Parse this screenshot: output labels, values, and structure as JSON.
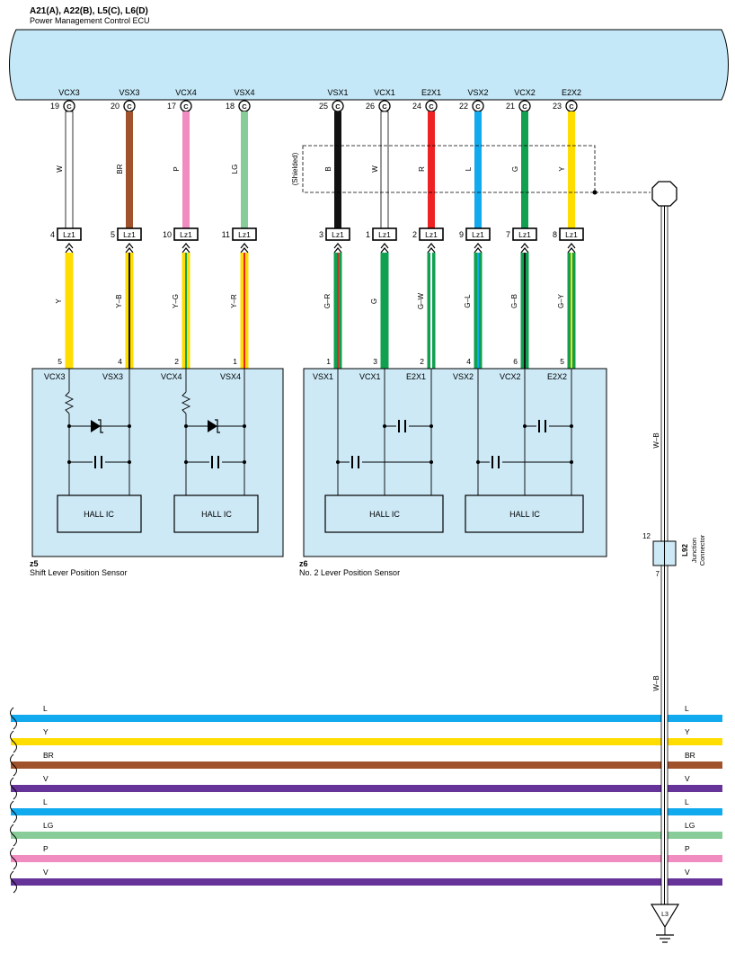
{
  "header": {
    "connectors": "A21(A), A22(B), L5(C), L6(D)",
    "ecu_name": "Power Management Control ECU"
  },
  "colors": {
    "W": "#ffffff",
    "BR": "#a0522d",
    "P": "#f08cc0",
    "LG": "#88cc99",
    "B": "#111111",
    "R": "#ee2222",
    "L": "#11aaee",
    "G": "#11a050",
    "Y": "#ffdd00",
    "V": "#663399",
    "ecu_fill": "#c4e8f7",
    "sensor_fill": "#cde9f6"
  },
  "ecu_pins": [
    {
      "name": "VCX3",
      "num": "19",
      "conn": "C"
    },
    {
      "name": "VSX3",
      "num": "20",
      "conn": "C"
    },
    {
      "name": "VCX4",
      "num": "17",
      "conn": "C"
    },
    {
      "name": "VSX4",
      "num": "18",
      "conn": "C"
    },
    {
      "name": "VSX1",
      "num": "25",
      "conn": "C"
    },
    {
      "name": "VCX1",
      "num": "26",
      "conn": "C"
    },
    {
      "name": "E2X1",
      "num": "24",
      "conn": "C"
    },
    {
      "name": "VSX2",
      "num": "22",
      "conn": "C"
    },
    {
      "name": "VCX2",
      "num": "21",
      "conn": "C"
    },
    {
      "name": "E2X2",
      "num": "23",
      "conn": "C"
    }
  ],
  "upper_wires": [
    "W",
    "BR",
    "P",
    "LG",
    "B",
    "W",
    "R",
    "L",
    "G",
    "Y"
  ],
  "shielded_label": "(Shielded)",
  "lz1": {
    "label": "Lz1",
    "pins": [
      "4",
      "5",
      "10",
      "11",
      "3",
      "1",
      "2",
      "9",
      "7",
      "8"
    ]
  },
  "lower_wires": [
    {
      "label": "Y",
      "base": "Y"
    },
    {
      "label": "Y–B",
      "base": "Y",
      "stripe": "B"
    },
    {
      "label": "Y–G",
      "base": "Y",
      "stripe": "G"
    },
    {
      "label": "Y–R",
      "base": "Y",
      "stripe": "R"
    },
    {
      "label": "G–R",
      "base": "G",
      "stripe": "R"
    },
    {
      "label": "G",
      "base": "G"
    },
    {
      "label": "G–W",
      "base": "G",
      "stripe": "W"
    },
    {
      "label": "G–L",
      "base": "G",
      "stripe": "L"
    },
    {
      "label": "G–B",
      "base": "G",
      "stripe": "B"
    },
    {
      "label": "G–Y",
      "base": "G",
      "stripe": "Y"
    }
  ],
  "sensor_pins": [
    "5",
    "4",
    "2",
    "1",
    "1",
    "3",
    "2",
    "4",
    "6",
    "5"
  ],
  "sensor1": {
    "code": "z5",
    "name": "Shift Lever Position Sensor",
    "pins": [
      "VCX3",
      "VSX3",
      "VCX4",
      "VSX4"
    ],
    "ic_labels": [
      "HALL IC",
      "HALL IC"
    ]
  },
  "sensor2": {
    "code": "z6",
    "name": "No.  2 Lever Position Sensor",
    "pins": [
      "VSX1",
      "VCX1",
      "E2X1",
      "VSX2",
      "VCX2",
      "E2X2"
    ],
    "ic_labels": [
      "HALL IC",
      "HALL IC"
    ]
  },
  "ground_wire": {
    "label_upper": "W–B",
    "label_lower": "W–B"
  },
  "junction": {
    "pin_top": "12",
    "pin_bottom": "7",
    "code": "L92",
    "name_line1": "Junction",
    "name_line2": "Connector"
  },
  "ground": {
    "code": "L3"
  },
  "bus": [
    {
      "label": "L",
      "color": "L"
    },
    {
      "label": "Y",
      "color": "Y"
    },
    {
      "label": "BR",
      "color": "BR"
    },
    {
      "label": "V",
      "color": "V"
    },
    {
      "label": "L",
      "color": "L"
    },
    {
      "label": "LG",
      "color": "LG"
    },
    {
      "label": "P",
      "color": "P"
    },
    {
      "label": "V",
      "color": "V"
    }
  ]
}
